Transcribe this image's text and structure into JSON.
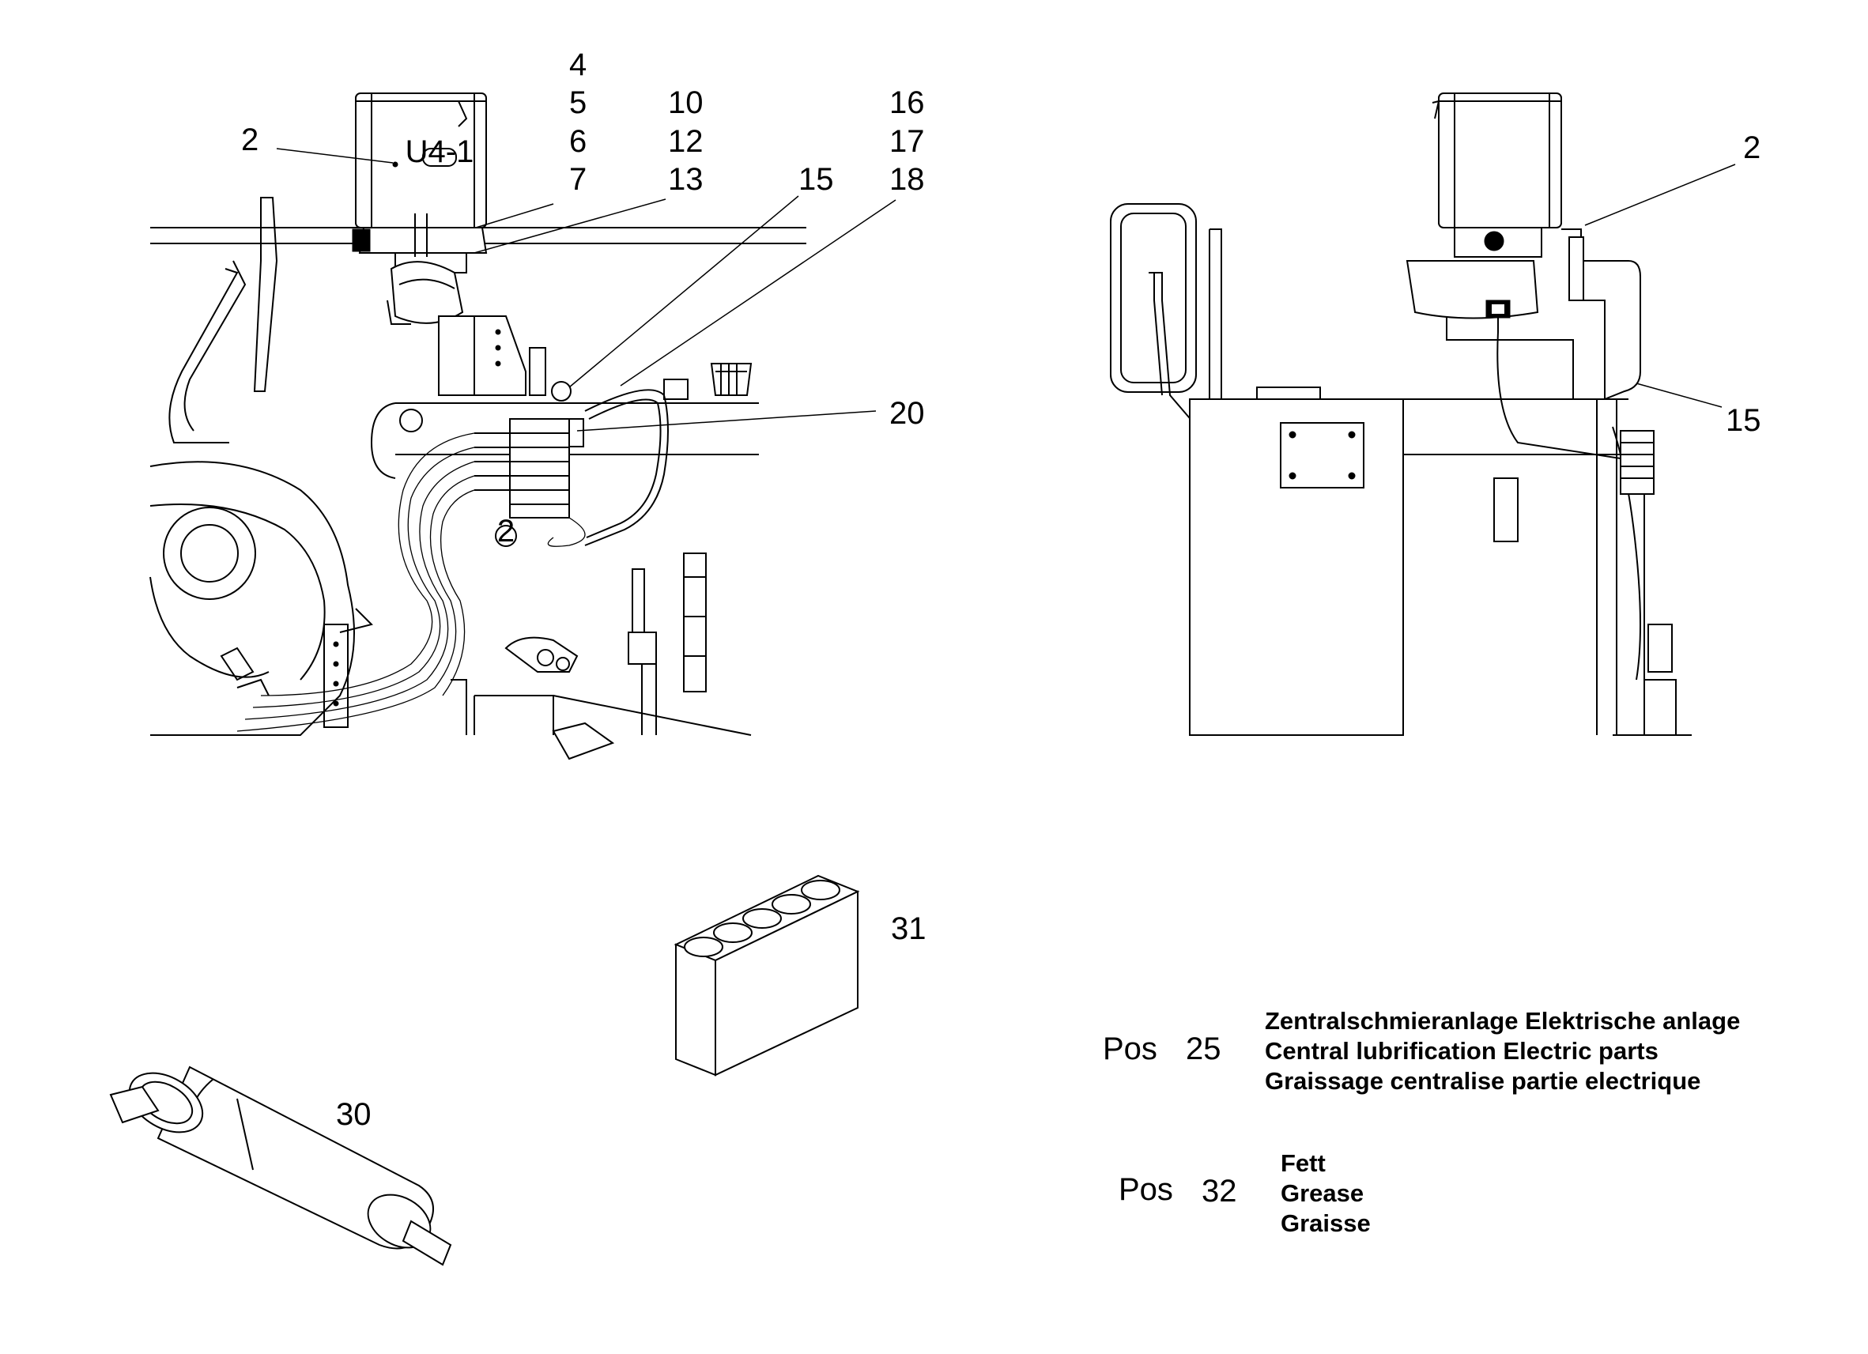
{
  "callouts_left": {
    "c2": "2",
    "c4": "4",
    "c5": "5",
    "c6": "6",
    "c7": "7",
    "c10": "10",
    "c12": "12",
    "c13": "13",
    "c15": "15",
    "c16": "16",
    "c17": "17",
    "c18": "18",
    "c20": "20"
  },
  "callouts_right": {
    "c2": "2",
    "c15": "15"
  },
  "callouts_parts": {
    "c30": "30",
    "c31": "31"
  },
  "pump_badge": "U4-1",
  "valve_badge": "2",
  "legend": {
    "pos25": {
      "pos_word": "Pos",
      "number": "25",
      "line_de": "Zentralschmieranlage Elektrische anlage",
      "line_en": "Central lubrification Electric parts",
      "line_fr": "Graissage centralise partie electrique"
    },
    "pos32": {
      "pos_word": "Pos",
      "number": "32",
      "line_de": "Fett",
      "line_en": "Grease",
      "line_fr": "Graisse"
    }
  }
}
